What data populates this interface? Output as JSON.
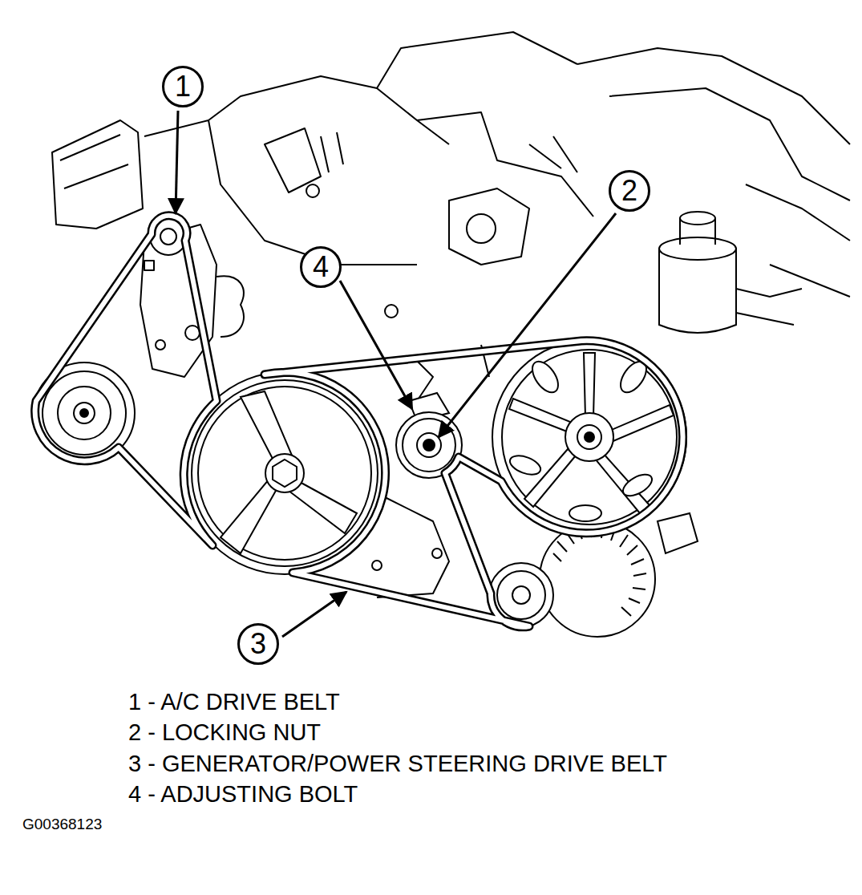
{
  "diagram": {
    "nodes": [
      {
        "text": [
          "1"
        ]
      },
      {
        "text": [
          "2"
        ]
      },
      {
        "text": [
          "4"
        ]
      },
      {
        "text": [
          "3"
        ]
      }
    ],
    "labels": [
      "1 - A/C DRIVE BELT",
      "2 - LOCKING NUT",
      "3 - GENERATOR/POWER STEERING DRIVE BELT",
      "4 - ADJUSTING BOLT",
      "G00368123"
    ]
  }
}
